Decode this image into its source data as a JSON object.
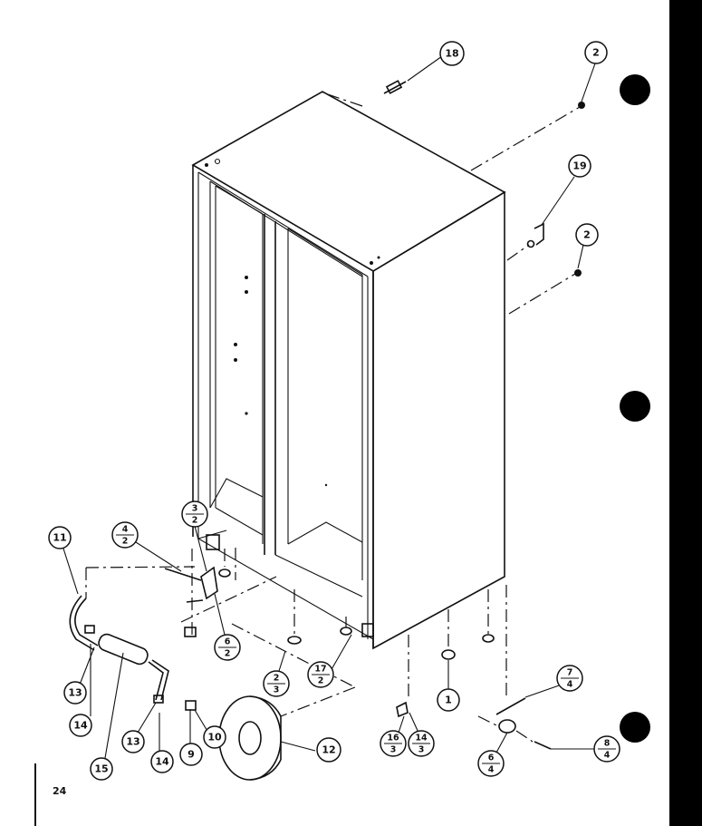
{
  "page_number": "24",
  "callouts": [
    {
      "id": "18",
      "label": "18"
    },
    {
      "id": "2a",
      "label": "2"
    },
    {
      "id": "19",
      "label": "19"
    },
    {
      "id": "2b",
      "label": "2"
    },
    {
      "id": "11",
      "label": "11"
    },
    {
      "id": "13a",
      "label": "13"
    },
    {
      "id": "14a",
      "label": "14"
    },
    {
      "id": "15",
      "label": "15"
    },
    {
      "id": "13b",
      "label": "13"
    },
    {
      "id": "14b",
      "label": "14"
    },
    {
      "id": "9",
      "label": "9"
    },
    {
      "id": "10",
      "label": "10"
    },
    {
      "id": "12",
      "label": "12"
    },
    {
      "id": "1",
      "label": "1"
    }
  ],
  "fraction_callouts": [
    {
      "id": "3-2",
      "num": "3",
      "den": "2"
    },
    {
      "id": "4-2",
      "num": "4",
      "den": "2"
    },
    {
      "id": "6-2",
      "num": "6",
      "den": "2"
    },
    {
      "id": "2-3",
      "num": "2",
      "den": "3"
    },
    {
      "id": "17-2",
      "num": "17",
      "den": "2"
    },
    {
      "id": "16-3",
      "num": "16",
      "den": "3"
    },
    {
      "id": "14-3",
      "num": "14",
      "den": "3"
    },
    {
      "id": "7-4",
      "num": "7",
      "den": "4"
    },
    {
      "id": "6-4",
      "num": "6",
      "den": "4"
    },
    {
      "id": "8-4",
      "num": "8",
      "den": "4"
    }
  ]
}
